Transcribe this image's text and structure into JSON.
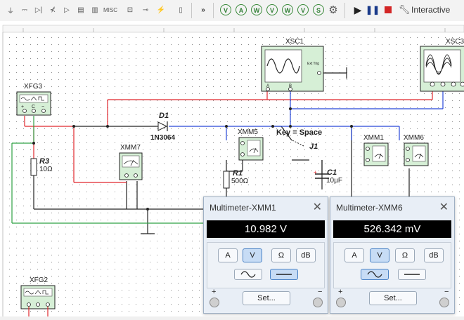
{
  "toolbar": {
    "simulate_label": "Interactive",
    "instrument_letters": [
      "V",
      "A",
      "W",
      "V",
      "W",
      "V",
      "S"
    ]
  },
  "schematic": {
    "components": {
      "xfg3": "XFG3",
      "xfg2": "XFG2",
      "xsc1": "XSC1",
      "xsc3": "XSC3",
      "xsc1_trig": "Ext Trig",
      "xsc1_a": "A",
      "xsc1_b": "B",
      "d1_ref": "D1",
      "d1_value": "1N3064",
      "r3_ref": "R3",
      "r3_value": "10Ω",
      "r1_ref": "R1",
      "r1_value": "500Ω",
      "c1_ref": "C1",
      "c1_value": "10µF",
      "j1_ref": "J1",
      "j1_key": "Key = Space",
      "xmm5": "XMM5",
      "xmm7": "XMM7",
      "xmm1": "XMM1",
      "xmm6": "XMM6"
    },
    "colors": {
      "red_wire": "#e0262c",
      "blue_wire": "#2646d8",
      "green_wire": "#2ea043",
      "black_wire": "#222222"
    }
  },
  "multimeters": [
    {
      "title": "Multimeter-XMM1",
      "reading": "10.982 V",
      "buttons": [
        "A",
        "V",
        "Ω",
        "dB"
      ],
      "active_button": "V",
      "active_wave": "dc",
      "set_label": "Set...",
      "plus": "+",
      "minus": "−"
    },
    {
      "title": "Multimeter-XMM6",
      "reading": "526.342 mV",
      "buttons": [
        "A",
        "V",
        "Ω",
        "dB"
      ],
      "active_button": "V",
      "active_wave": "ac",
      "set_label": "Set...",
      "plus": "+",
      "minus": "−"
    }
  ]
}
